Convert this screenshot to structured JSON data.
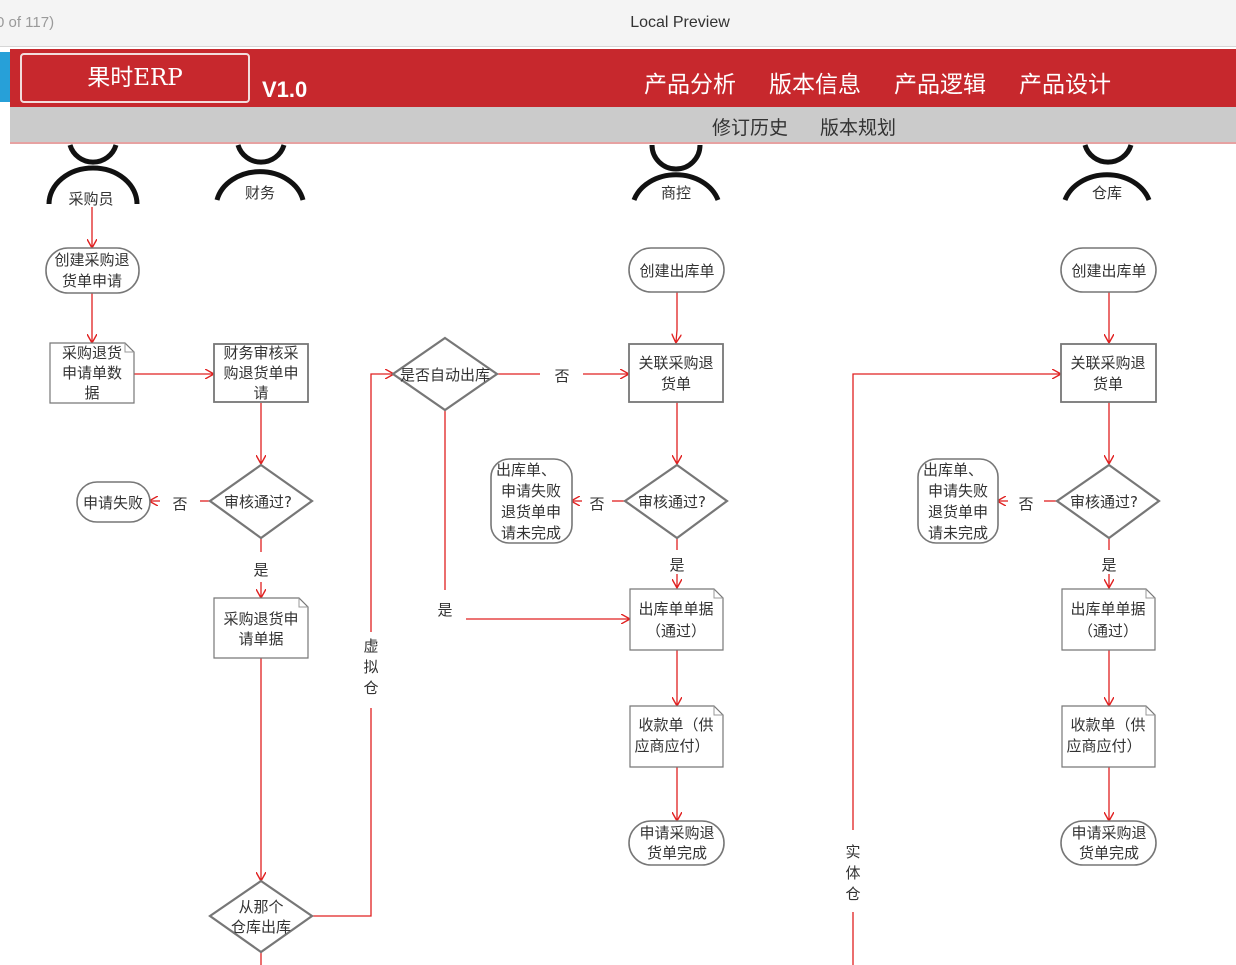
{
  "browser": {
    "counter": "0 of 117)",
    "title": "Local Preview"
  },
  "header": {
    "logo": "果时ERP",
    "version": "V1.0",
    "nav": [
      "产品分析",
      "版本信息",
      "产品逻辑",
      "产品设计"
    ],
    "subnav": [
      "修订历史",
      "版本规划"
    ]
  },
  "colors": {
    "brand_red": "#c7282d",
    "accent_blue": "#27a0d8",
    "subnav_gray": "#cbcbcb",
    "flow_red": "#e02020",
    "node_border": "#777777"
  },
  "diagram": {
    "actors": [
      "采购员",
      "财务",
      "商控",
      "仓库"
    ],
    "purchaser": {
      "start": [
        "创建采购退",
        "货单申请"
      ],
      "doc": [
        "采购退货",
        "申请单数",
        "据"
      ]
    },
    "finance": {
      "review": [
        "财务审核采",
        "购退货单申",
        "请"
      ],
      "decision": "审核通过?",
      "fail": "申请失败",
      "no": "否",
      "yes": "是",
      "doc": [
        "采购退货申",
        "请单据"
      ],
      "warehouse_decision": [
        "从那个",
        "仓库出库"
      ]
    },
    "auto_out": {
      "decision": "是否自动出库",
      "no": "否",
      "yes": "是",
      "virtual": [
        "虚",
        "拟",
        "仓"
      ],
      "physical": [
        "实",
        "体",
        "仓"
      ]
    },
    "control": {
      "start": "创建出库单",
      "link": [
        "关联采购退",
        "货单"
      ],
      "decision": "审核通过?",
      "no": "否",
      "yes": "是",
      "fail": [
        "出库单、",
        "申请失败",
        "退货单申",
        "请未完成"
      ],
      "doc": [
        "出库单单据",
        "（通过）"
      ],
      "receipt": [
        "收款单（供",
        "应商应付）"
      ],
      "end": [
        "申请采购退",
        "货单完成"
      ]
    },
    "warehouse": {
      "start": "创建出库单",
      "link": [
        "关联采购退",
        "货单"
      ],
      "decision": "审核通过?",
      "no": "否",
      "yes": "是",
      "fail": [
        "出库单、",
        "申请失败",
        "退货单申",
        "请未完成"
      ],
      "doc": [
        "出库单单据",
        "（通过）"
      ],
      "receipt": [
        "收款单（供",
        "应商应付）"
      ],
      "end": [
        "申请采购退",
        "货单完成"
      ]
    }
  }
}
